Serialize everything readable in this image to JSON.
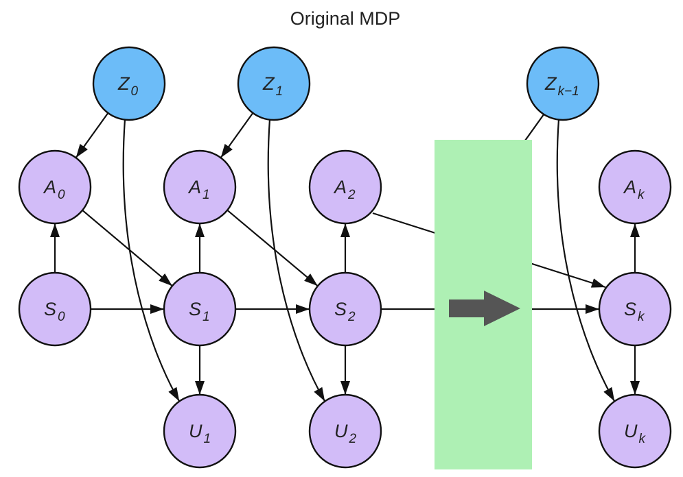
{
  "title": "Original MDP",
  "colors": {
    "decision_node": "#6cbcf8",
    "chance_node": "#d2bcf8",
    "elision_band": "#aef0b4",
    "elision_arrow": "#555555",
    "stroke": "#111111"
  },
  "nodes": [
    {
      "id": "Z0",
      "base": "Z",
      "sub": "0",
      "kind": "decision"
    },
    {
      "id": "Z1",
      "base": "Z",
      "sub": "1",
      "kind": "decision"
    },
    {
      "id": "Zk-1",
      "base": "Z",
      "sub": "k−1",
      "kind": "decision"
    },
    {
      "id": "A0",
      "base": "A",
      "sub": "0",
      "kind": "chance"
    },
    {
      "id": "A1",
      "base": "A",
      "sub": "1",
      "kind": "chance"
    },
    {
      "id": "A2",
      "base": "A",
      "sub": "2",
      "kind": "chance"
    },
    {
      "id": "Ak",
      "base": "A",
      "sub": "k",
      "kind": "chance"
    },
    {
      "id": "S0",
      "base": "S",
      "sub": "0",
      "kind": "chance"
    },
    {
      "id": "S1",
      "base": "S",
      "sub": "1",
      "kind": "chance"
    },
    {
      "id": "S2",
      "base": "S",
      "sub": "2",
      "kind": "chance"
    },
    {
      "id": "Sk",
      "base": "S",
      "sub": "k",
      "kind": "chance"
    },
    {
      "id": "U1",
      "base": "U",
      "sub": "1",
      "kind": "chance"
    },
    {
      "id": "U2",
      "base": "U",
      "sub": "2",
      "kind": "chance"
    },
    {
      "id": "Uk",
      "base": "U",
      "sub": "k",
      "kind": "chance"
    }
  ],
  "edges": [
    {
      "from": "Z0",
      "to": "A0"
    },
    {
      "from": "Z0",
      "to": "U1"
    },
    {
      "from": "Z1",
      "to": "A1"
    },
    {
      "from": "Z1",
      "to": "U2"
    },
    {
      "from": "Zk-1",
      "to": "Uk"
    },
    {
      "from": "S0",
      "to": "A0"
    },
    {
      "from": "S0",
      "to": "S1"
    },
    {
      "from": "A0",
      "to": "S1"
    },
    {
      "from": "S1",
      "to": "A1"
    },
    {
      "from": "S1",
      "to": "S2"
    },
    {
      "from": "S1",
      "to": "U1"
    },
    {
      "from": "A1",
      "to": "S2"
    },
    {
      "from": "S2",
      "to": "A2"
    },
    {
      "from": "S2",
      "to": "U2"
    },
    {
      "from": "S2",
      "to": "Sk",
      "elided": true
    },
    {
      "from": "A2",
      "to": "Sk",
      "elided": true
    },
    {
      "from": "Zk-1",
      "to": "A(k-1)",
      "elided": true
    },
    {
      "from": "Sk",
      "to": "Ak"
    },
    {
      "from": "Sk",
      "to": "Uk"
    }
  ]
}
